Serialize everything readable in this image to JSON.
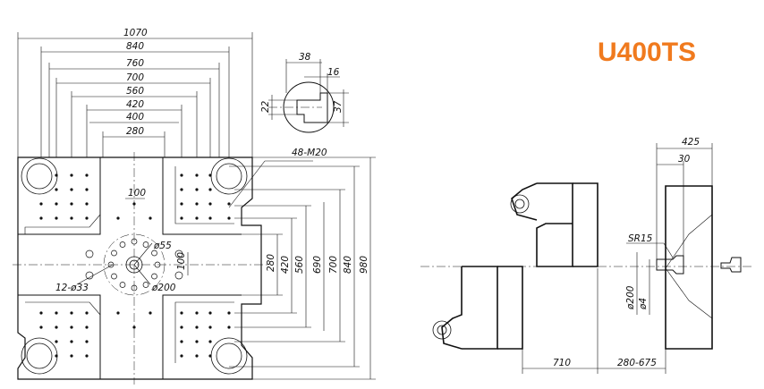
{
  "title": "U400TS",
  "platen": {
    "width_dims": [
      "1070",
      "840",
      "760",
      "700",
      "560",
      "420",
      "400",
      "280"
    ],
    "height_dims": [
      "280",
      "420",
      "560",
      "690",
      "700",
      "840",
      "980"
    ],
    "inner_small_dim": "100",
    "inner_small_dim_v": "100",
    "thread_callout": "48-M20",
    "center_ring": "ø55",
    "pcd": "ø200",
    "bolt_circle": "12-ø33"
  },
  "detail": {
    "d38": "38",
    "d16": "16",
    "d22": "22",
    "d37": "37"
  },
  "side": {
    "d425": "425",
    "d30": "30",
    "sr15": "SR15",
    "d200": "ø200",
    "d4": "ø4",
    "d710": "710",
    "d_range": "280-675"
  },
  "colors": {
    "title": "#f07a1e",
    "line": "#111111"
  }
}
